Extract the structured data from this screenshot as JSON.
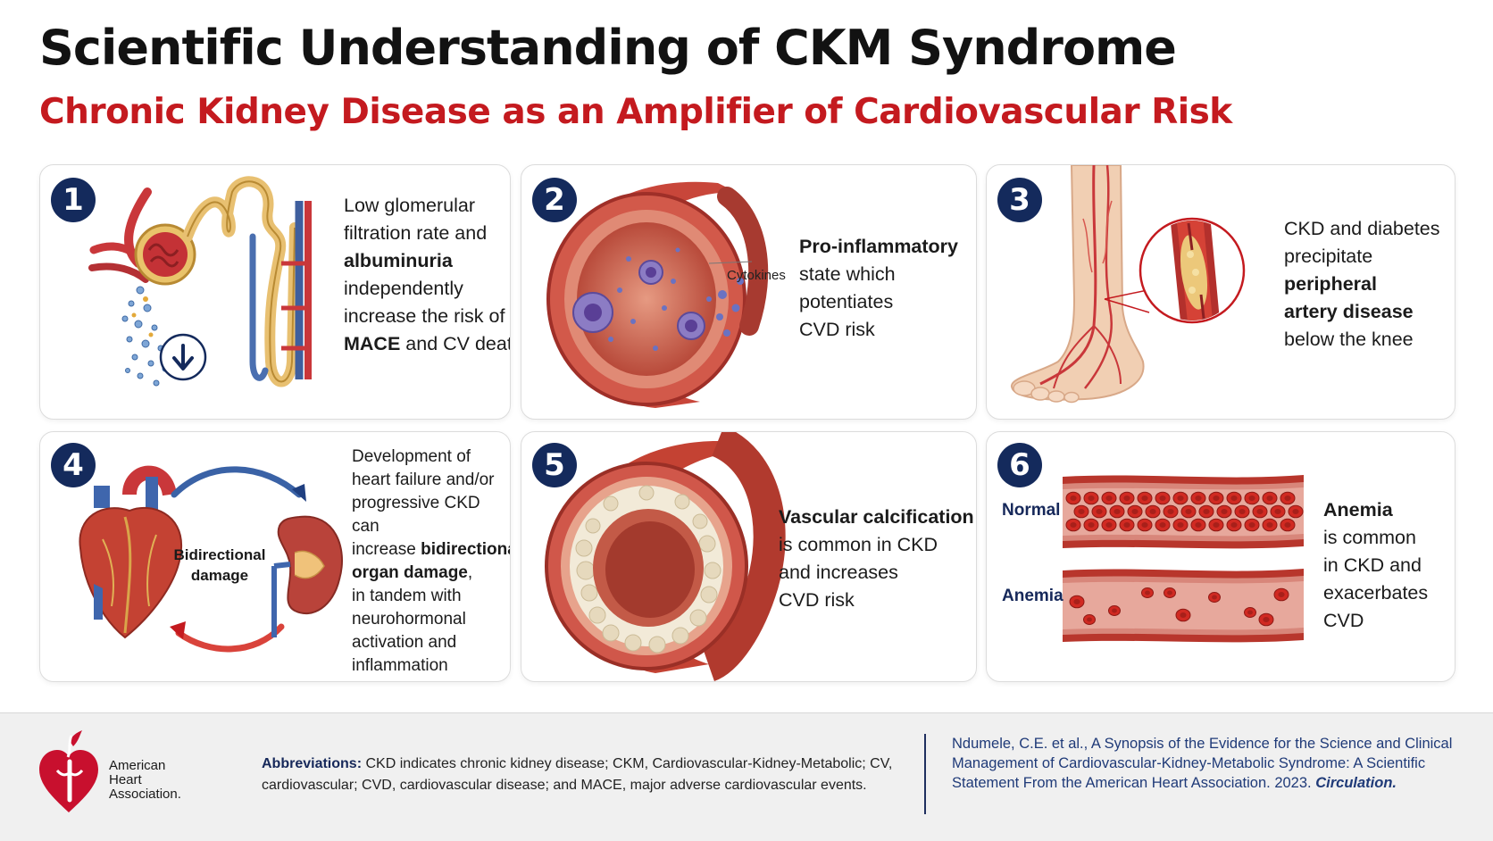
{
  "title": "Scientific Understanding of CKM Syndrome",
  "subtitle": "Chronic Kidney Disease as an Amplifier of Cardiovascular Risk",
  "panels": [
    {
      "number": "1",
      "lines": [
        {
          "text": "Low glomerular"
        },
        {
          "text": "filtration rate and"
        },
        {
          "bold": "albuminuria"
        },
        {
          "text": "independently"
        },
        {
          "text": "increase the risk of"
        },
        {
          "bold": "MACE",
          "text": " and CV death"
        }
      ]
    },
    {
      "number": "2",
      "label": "Cytokines",
      "lines": [
        {
          "bold": "Pro-inflammatory"
        },
        {
          "text": "state which"
        },
        {
          "text": "potentiates"
        },
        {
          "text": "CVD risk"
        }
      ]
    },
    {
      "number": "3",
      "lines": [
        {
          "text": "CKD and diabetes"
        },
        {
          "text": "precipitate"
        },
        {
          "bold": "peripheral"
        },
        {
          "bold": "artery disease"
        },
        {
          "text": "below the knee"
        }
      ]
    },
    {
      "number": "4",
      "label_line1": "Bidirectional",
      "label_line2": "damage",
      "lines": [
        {
          "text": "Development of"
        },
        {
          "text": "heart failure and/or"
        },
        {
          "text": "progressive CKD can"
        },
        {
          "text": "increase ",
          "bold": "bidirectional"
        },
        {
          "bold": "organ damage",
          "tail": ","
        },
        {
          "text": "in tandem with"
        },
        {
          "text": "neurohormonal"
        },
        {
          "text": "activation and"
        },
        {
          "text": "inflammation"
        }
      ]
    },
    {
      "number": "5",
      "lines": [
        {
          "bold": "Vascular calcification"
        },
        {
          "text": "is common in CKD"
        },
        {
          "text": "and increases"
        },
        {
          "text": "CVD risk"
        }
      ]
    },
    {
      "number": "6",
      "label_normal": "Normal",
      "label_anemia": "Anemia",
      "lines": [
        {
          "bold": "Anemia"
        },
        {
          "text": "is common"
        },
        {
          "text": "in CKD and"
        },
        {
          "text": "exacerbates"
        },
        {
          "text": "CVD"
        }
      ]
    }
  ],
  "footer": {
    "org_line1": "American",
    "org_line2": "Heart",
    "org_line3": "Association.",
    "abbr_label": "Abbreviations:",
    "abbr_text": "CKD indicates chronic kidney disease; CKM, Cardiovascular-Kidney-Metabolic; CV, cardiovascular; CVD, cardiovascular disease; and MACE, major adverse cardiovascular events.",
    "citation_text": "Ndumele, C.E. et al., A Synopsis of the Evidence for the Science and Clinical Management of Cardiovascular-Kidney-Metabolic Syndrome: A Scientific Statement From the American Heart Association. 2023.",
    "citation_journal": "Circulation."
  },
  "colors": {
    "title": "#121212",
    "subtitle": "#c41a1f",
    "badge": "#142a5c",
    "navy_text": "#16285a",
    "aha_red": "#c8102e"
  }
}
